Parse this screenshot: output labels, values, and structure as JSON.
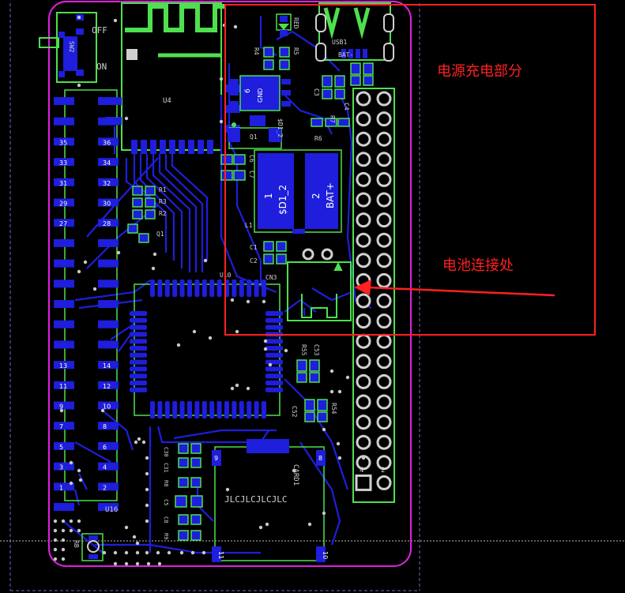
{
  "colors": {
    "background": "#000000",
    "board_outline": "#e020e0",
    "copper": "#1e1edc",
    "silk_outline": "#4ee04e",
    "silk_text": "#d0d0d0",
    "via": "#c8c8c8",
    "pad_label": "#ffffff",
    "annotation": "#ff2020"
  },
  "annotations": {
    "power_section": "电源充电部分",
    "battery_connection": "电池连接处"
  },
  "silkscreen": {
    "off": "OFF",
    "on": "ON",
    "sw2": "SW2",
    "u4": "U4",
    "red": "RED",
    "r4": "R4",
    "r5": "R5",
    "usb1": "USB1",
    "bat_minus": "BAT-",
    "gnd": "GND",
    "six": "6",
    "c3": "C3",
    "c4": "C4",
    "r6": "R6",
    "r7": "R7",
    "q1": "Q1",
    "sd1_2_top": "$D1_2",
    "c6": "C6",
    "c7": "C7",
    "l1": "L1",
    "big_pad_1": "1",
    "big_pad_1_name": "$D1_2",
    "big_pad_2": "2",
    "big_pad_2_name": "BAT+",
    "c1": "C1",
    "c2": "C2",
    "cn3": "CN3",
    "u10": "U10",
    "r1": "R1",
    "r2": "R2",
    "r3": "R3",
    "q1_left": "Q1",
    "u16": "U16",
    "r55": "R55",
    "c53": "C53",
    "c52": "C52",
    "r54": "R54",
    "card1": "CARD1",
    "jlc": "JLCJLCJLCJLC",
    "c30": "C30",
    "c31": "C31",
    "r8": "R8",
    "c5": "C5",
    "c8": "C8",
    "r9": "R9",
    "rb": "RB",
    "p9": "9",
    "p8": "8",
    "p11": "11",
    "p10": "10"
  },
  "header_left_pins": [
    "35",
    "33",
    "31",
    "29",
    "27",
    "",
    "",
    "",
    "13",
    "11",
    "9",
    "7",
    "5",
    "3",
    "1"
  ],
  "header_right_pins": [
    "36",
    "34",
    "32",
    "30",
    "28",
    "",
    "",
    "",
    "14",
    "12",
    "10",
    "8",
    "6",
    "4",
    "2"
  ],
  "connector_bottom_pin_labels": [
    "4",
    "2"
  ]
}
